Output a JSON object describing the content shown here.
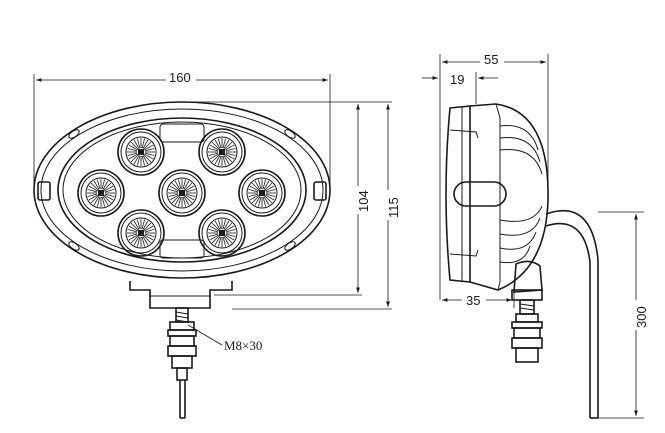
{
  "dimensions": {
    "front_width": "160",
    "front_inner_height": "104",
    "front_overall_height": "115",
    "side_depth": "55",
    "side_lens_depth": "19",
    "side_base_depth": "35",
    "cable_length": "300",
    "bolt_spec": "M8×30"
  },
  "colors": {
    "line": "#1a1a1a",
    "background": "#ffffff"
  }
}
